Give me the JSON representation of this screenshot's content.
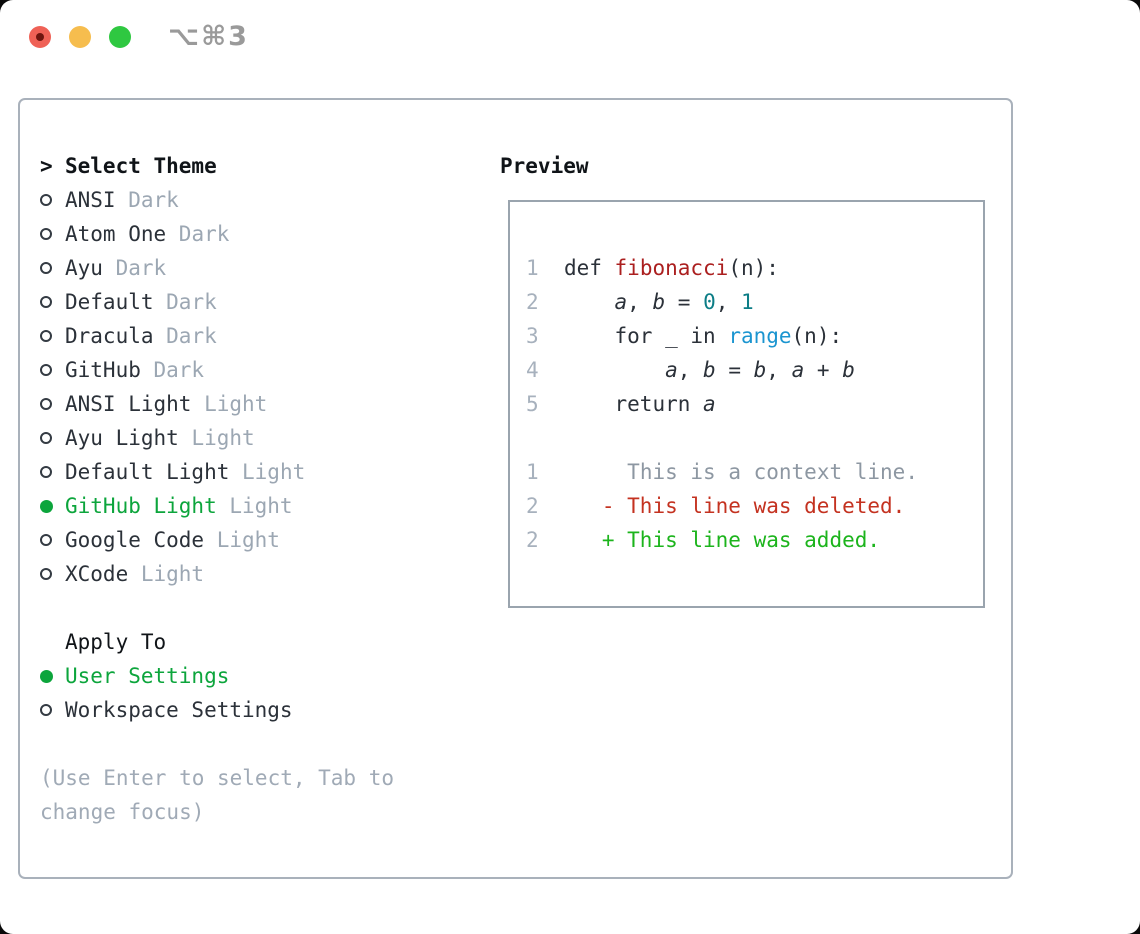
{
  "titlebar": {
    "shortcut": "⌥⌘3",
    "traffic_lights": {
      "close": "#ef6156",
      "minimize": "#f6bd4e",
      "maximize": "#2fc841"
    }
  },
  "left": {
    "prompt": ">",
    "title": "Select Theme",
    "themes": [
      {
        "name": "ANSI",
        "variant": "Dark",
        "selected": false
      },
      {
        "name": "Atom One",
        "variant": "Dark",
        "selected": false
      },
      {
        "name": "Ayu",
        "variant": "Dark",
        "selected": false
      },
      {
        "name": "Default",
        "variant": "Dark",
        "selected": false
      },
      {
        "name": "Dracula",
        "variant": "Dark",
        "selected": false
      },
      {
        "name": "GitHub",
        "variant": "Dark",
        "selected": false
      },
      {
        "name": "ANSI Light",
        "variant": "Light",
        "selected": false
      },
      {
        "name": "Ayu Light",
        "variant": "Light",
        "selected": false
      },
      {
        "name": "Default Light",
        "variant": "Light",
        "selected": false
      },
      {
        "name": "GitHub Light",
        "variant": "Light",
        "selected": true
      },
      {
        "name": "Google Code",
        "variant": "Light",
        "selected": false
      },
      {
        "name": "XCode",
        "variant": "Light",
        "selected": false
      }
    ],
    "apply_to": {
      "title": "Apply To",
      "options": [
        {
          "label": "User Settings",
          "selected": true
        },
        {
          "label": "Workspace Settings",
          "selected": false
        }
      ]
    },
    "hint_lines": [
      "(Use Enter to select, Tab to",
      "change focus)"
    ]
  },
  "preview": {
    "title": "Preview",
    "code_lines": [
      {
        "num": "1",
        "gap": "  ",
        "tokens": [
          {
            "text": "def ",
            "type": "plain"
          },
          {
            "text": "fibonacci",
            "type": "func"
          },
          {
            "text": "(n):",
            "type": "plain"
          }
        ]
      },
      {
        "num": "2",
        "gap": "      ",
        "tokens": [
          {
            "text": "a",
            "type": "var"
          },
          {
            "text": ", ",
            "type": "plain"
          },
          {
            "text": "b",
            "type": "var"
          },
          {
            "text": " = ",
            "type": "plain"
          },
          {
            "text": "0",
            "type": "number"
          },
          {
            "text": ", ",
            "type": "plain"
          },
          {
            "text": "1",
            "type": "number"
          }
        ]
      },
      {
        "num": "3",
        "gap": "      ",
        "tokens": [
          {
            "text": "for _ in ",
            "type": "plain"
          },
          {
            "text": "range",
            "type": "builtin"
          },
          {
            "text": "(n):",
            "type": "plain"
          }
        ]
      },
      {
        "num": "4",
        "gap": "          ",
        "tokens": [
          {
            "text": "a",
            "type": "var"
          },
          {
            "text": ", ",
            "type": "plain"
          },
          {
            "text": "b",
            "type": "var"
          },
          {
            "text": " = ",
            "type": "plain"
          },
          {
            "text": "b",
            "type": "var"
          },
          {
            "text": ", ",
            "type": "plain"
          },
          {
            "text": "a",
            "type": "var"
          },
          {
            "text": " + ",
            "type": "plain"
          },
          {
            "text": "b",
            "type": "var"
          }
        ]
      },
      {
        "num": "5",
        "gap": "      ",
        "tokens": [
          {
            "text": "return ",
            "type": "plain"
          },
          {
            "text": "a",
            "type": "var"
          }
        ]
      }
    ],
    "diff_lines": [
      {
        "num": "1",
        "gap": "       ",
        "tokens": [
          {
            "text": "This is a context line.",
            "type": "context"
          }
        ]
      },
      {
        "num": "2",
        "gap": "     ",
        "tokens": [
          {
            "text": "- This line was deleted.",
            "type": "deleted"
          }
        ]
      },
      {
        "num": "2",
        "gap": "     ",
        "tokens": [
          {
            "text": "+ This line was added.",
            "type": "added"
          }
        ]
      }
    ]
  },
  "colors": {
    "text_primary": "#2b3139",
    "text_heading": "#101418",
    "text_muted": "#9ca7b3",
    "hint": "#a0aab6",
    "accent_green": "#0ca53c",
    "diff_added": "#1cb41c",
    "diff_deleted": "#c43220",
    "diff_context": "#8d97a2",
    "syntax_function": "#ab1f1f",
    "syntax_number": "#0c7d86",
    "syntax_builtin": "#1b95d0",
    "line_number": "#a7b1bd",
    "panel_border": "#a9b1bb",
    "preview_border": "#9aa4ae"
  }
}
